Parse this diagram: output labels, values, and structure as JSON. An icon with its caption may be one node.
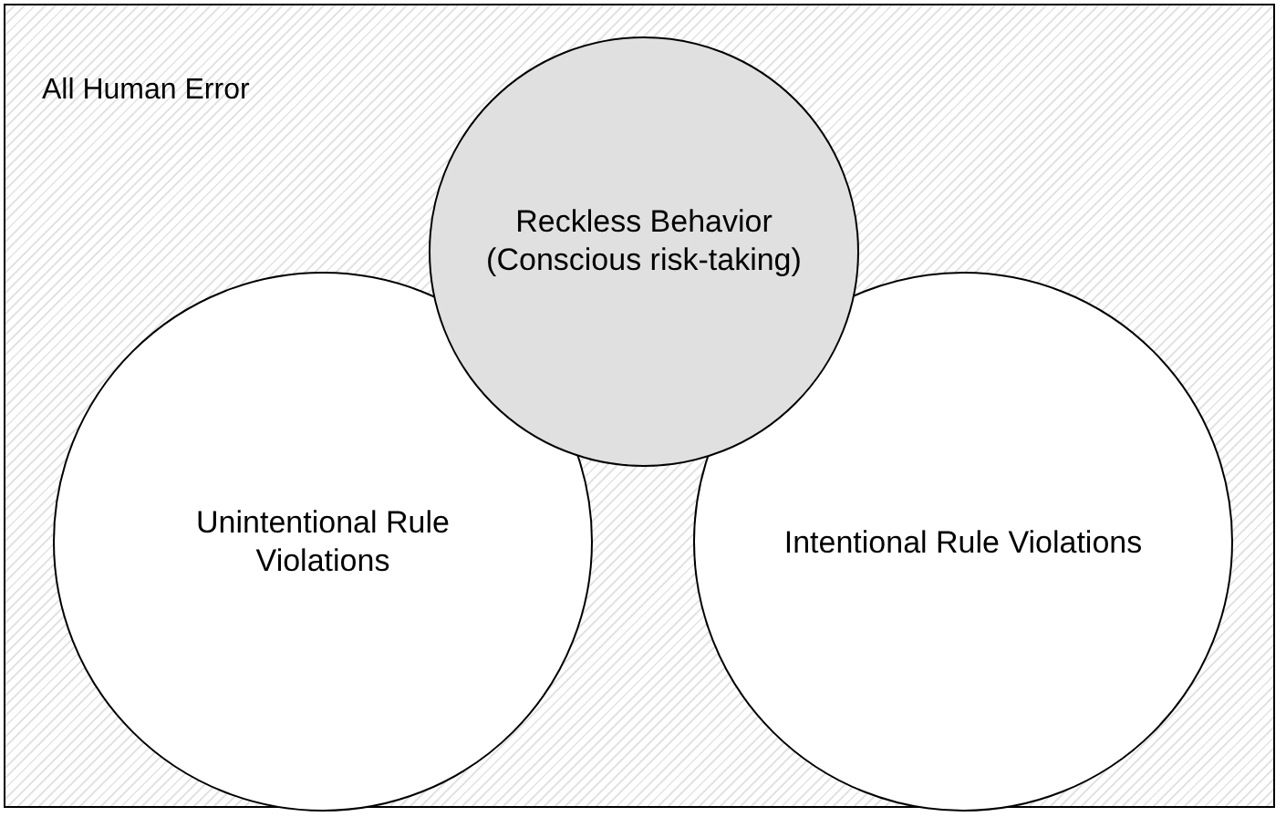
{
  "diagram": {
    "nodes": [
      {
        "text": [
          "All Human Error"
        ]
      },
      {
        "text": [
          "Reckless Behavior (Conscious risk-taking)"
        ],
        "in": 0
      },
      {
        "text": [
          "Unintentional Rule Violations"
        ],
        "in": 0
      },
      {
        "text": [
          "Intentional Rule Violations"
        ],
        "in": 0
      }
    ],
    "edges": []
  }
}
